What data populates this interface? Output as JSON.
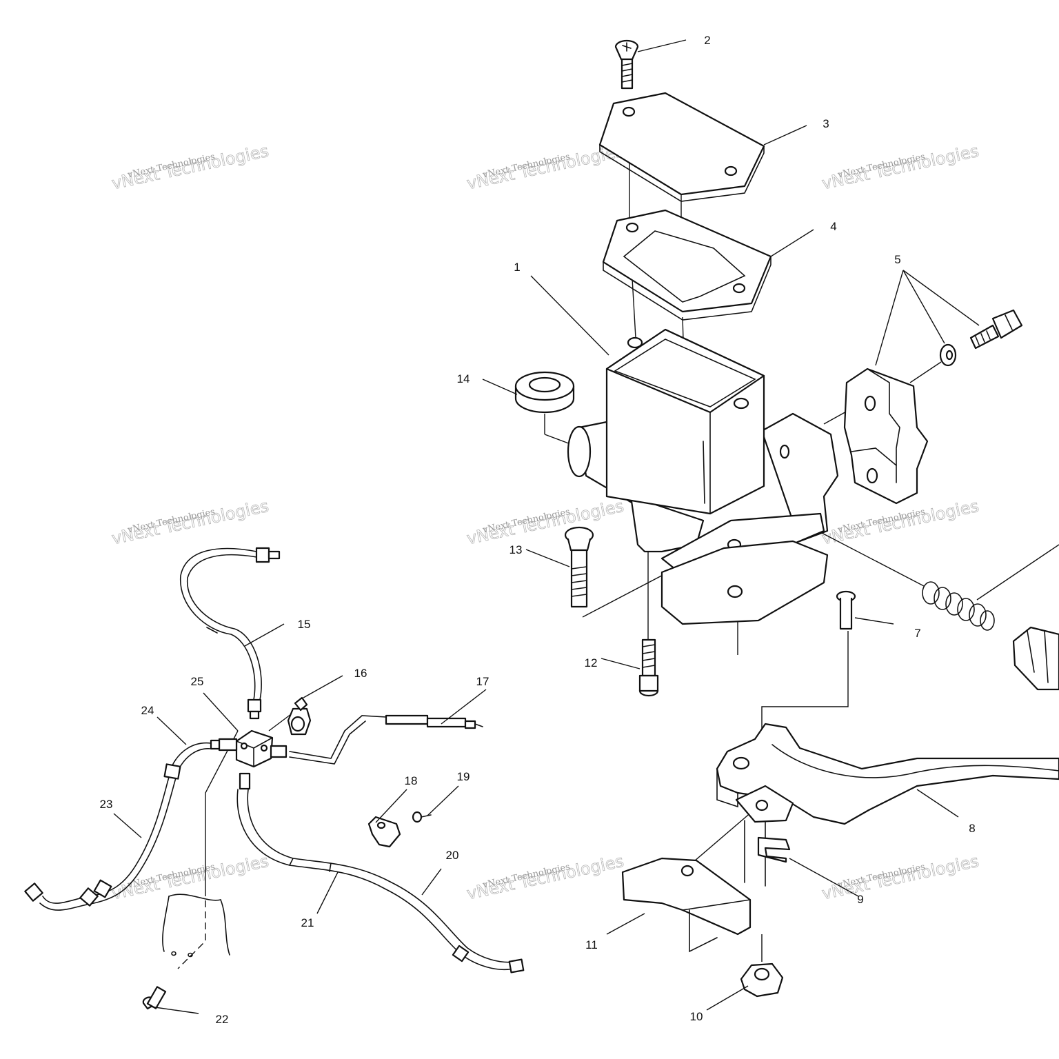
{
  "callouts": {
    "c1": "1",
    "c2": "2",
    "c3": "3",
    "c4": "4",
    "c5": "5",
    "c7": "7",
    "c8": "8",
    "c9": "9",
    "c10": "10",
    "c11": "11",
    "c12": "12",
    "c13": "13",
    "c14": "14",
    "c15": "15",
    "c16": "16",
    "c17": "17",
    "c18": "18",
    "c19": "19",
    "c20": "20",
    "c21": "21",
    "c22": "22",
    "c23": "23",
    "c24": "24",
    "c25": "25"
  },
  "watermark": {
    "line1": "vNext Technologies",
    "line2": "vNext Technologies"
  }
}
